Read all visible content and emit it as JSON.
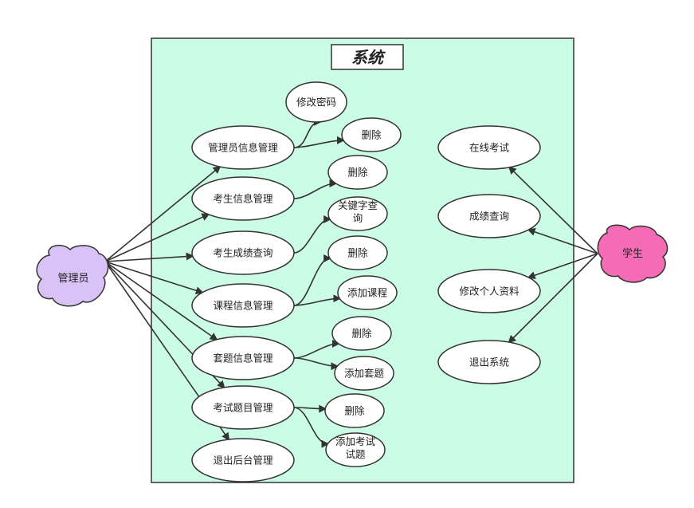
{
  "system_title": "系统",
  "actors": {
    "admin": {
      "label": "管理员",
      "color": "#d9c2f5"
    },
    "student": {
      "label": "学生",
      "color": "#f56bb5"
    }
  },
  "colors": {
    "system_fill": "#cbfde6",
    "stroke": "#333333",
    "ellipse_fill": "#ffffff"
  },
  "admin_use_cases": [
    {
      "id": "uc1",
      "label": "管理员信息管理"
    },
    {
      "id": "uc2",
      "label": "考生信息管理"
    },
    {
      "id": "uc3",
      "label": "考生成绩查询"
    },
    {
      "id": "uc4",
      "label": "课程信息管理"
    },
    {
      "id": "uc5",
      "label": "套题信息管理"
    },
    {
      "id": "uc6",
      "label": "考试题目管理"
    },
    {
      "id": "uc7",
      "label": "退出后台管理"
    }
  ],
  "sub_use_cases": [
    {
      "id": "s1",
      "label": "修改密码",
      "parent": "uc1"
    },
    {
      "id": "s2",
      "label": "删除",
      "parent": "uc1"
    },
    {
      "id": "s3",
      "label": "删除",
      "parent": "uc2"
    },
    {
      "id": "s4",
      "lines": [
        "关键字查",
        "询"
      ],
      "parent": "uc3"
    },
    {
      "id": "s5",
      "label": "删除",
      "parent": "uc4"
    },
    {
      "id": "s6",
      "label": "添加课程",
      "parent": "uc4"
    },
    {
      "id": "s7",
      "label": "删除",
      "parent": "uc5"
    },
    {
      "id": "s8",
      "label": "添加套题",
      "parent": "uc5"
    },
    {
      "id": "s9",
      "label": "删除",
      "parent": "uc6"
    },
    {
      "id": "s10",
      "lines": [
        "添加考试",
        "试题"
      ],
      "parent": "uc6"
    }
  ],
  "student_use_cases": [
    {
      "id": "st1",
      "label": "在线考试"
    },
    {
      "id": "st2",
      "label": "成绩查询"
    },
    {
      "id": "st3",
      "label": "修改个人资料"
    },
    {
      "id": "st4",
      "label": "退出系统"
    }
  ]
}
